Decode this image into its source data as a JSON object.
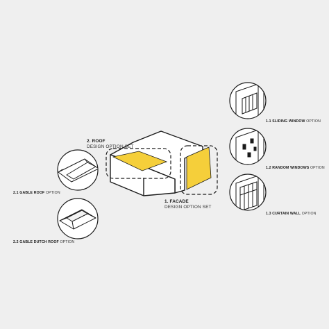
{
  "roof_set": {
    "title": "2. ROOF",
    "subtitle": "DESIGN OPTION SET"
  },
  "facade_set": {
    "title": "1. FACADE",
    "subtitle": "DESIGN OPTION SET"
  },
  "roof_options": [
    {
      "code": "2.1",
      "name": "GABLE ROOF",
      "suffix": "OPTION",
      "icon": "gable-roof-icon"
    },
    {
      "code": "2.2",
      "name": "GABLE DUTCH ROOF",
      "suffix": "OPTION",
      "icon": "gable-dutch-roof-icon"
    }
  ],
  "facade_options": [
    {
      "code": "1.1",
      "name": "SLIDING WINDOW",
      "suffix": "OPTION",
      "icon": "sliding-window-icon"
    },
    {
      "code": "1.2",
      "name": "RANDOM WINDOWS",
      "suffix": "OPTION",
      "icon": "random-windows-icon"
    },
    {
      "code": "1.3",
      "name": "CURTAIN WALL",
      "suffix": "OPTION",
      "icon": "curtain-wall-icon"
    }
  ],
  "colors": {
    "highlight": "#f5cf3a",
    "stroke": "#1a1a1a",
    "background": "#efefef"
  }
}
